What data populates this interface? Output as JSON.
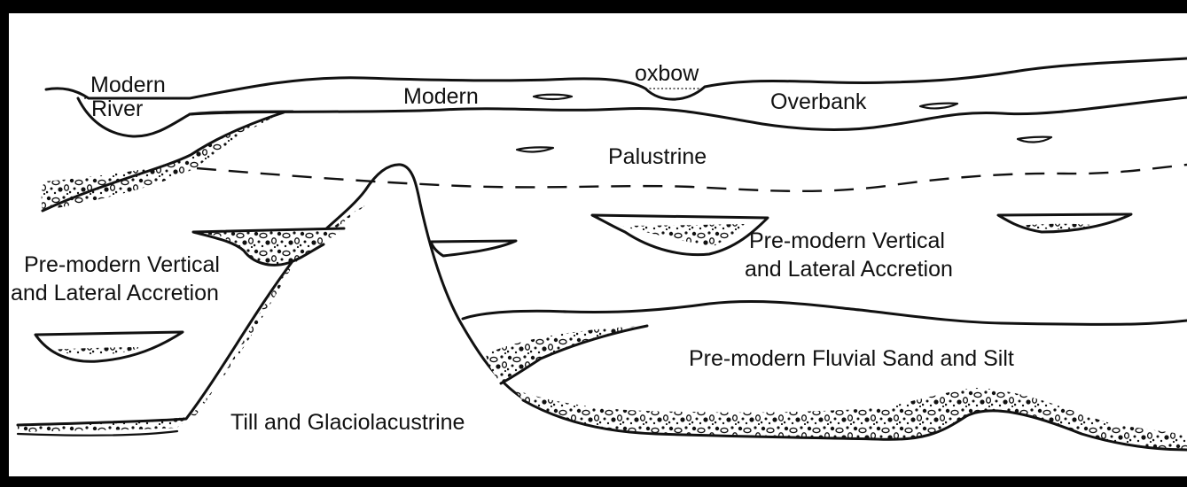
{
  "labels": {
    "modern_river_1": "Modern",
    "modern_river_2": "River",
    "oxbow": "oxbow",
    "modern": "Modern",
    "overbank": "Overbank",
    "palustrine": "Palustrine",
    "premodern_left_1": "Pre-modern Vertical",
    "premodern_left_2": "and Lateral Accretion",
    "premodern_right_1": "Pre-modern Vertical",
    "premodern_right_2": "and Lateral Accretion",
    "fluvial": "Pre-modern Fluvial Sand and Silt",
    "till": "Till and Glaciolacustrine"
  },
  "colors": {
    "line": "#111111",
    "background": "#ffffff",
    "frame": "#000000"
  }
}
